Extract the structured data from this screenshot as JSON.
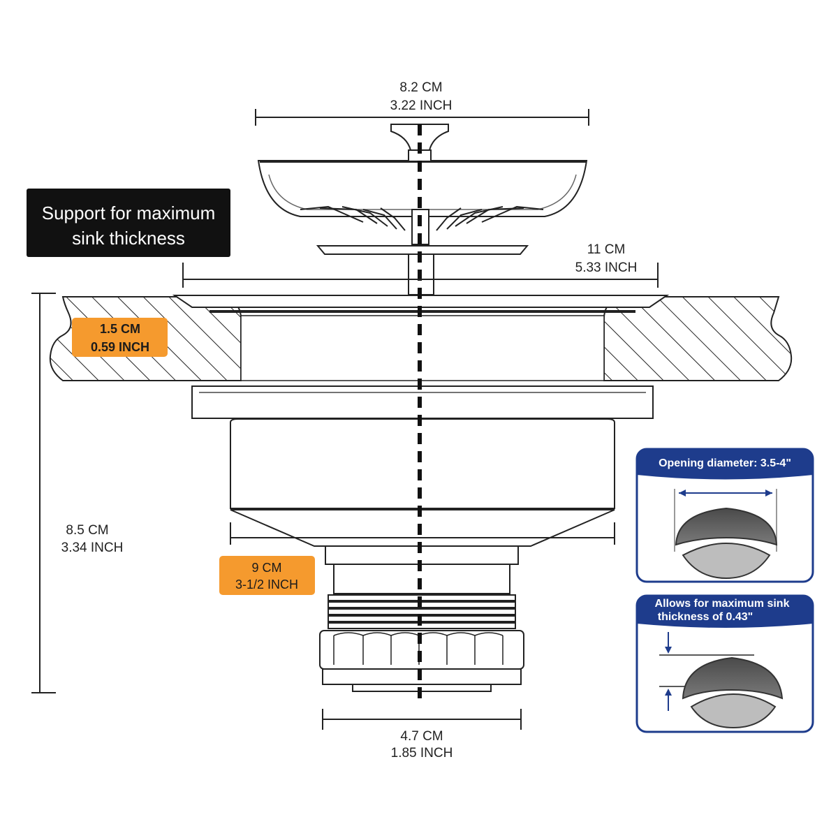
{
  "banner": {
    "line1": "Support for maximum",
    "line2": "sink thickness"
  },
  "dimensions": {
    "basket_top": {
      "metric": "8.2  CM",
      "imperial": "3.22 INCH"
    },
    "flange": {
      "metric": "11  CM",
      "imperial": "5.33 INCH"
    },
    "sink_thickness": {
      "metric": "1.5 CM",
      "imperial": "0.59 INCH"
    },
    "total_height": {
      "metric": "8.5 CM",
      "imperial": "3.34 INCH"
    },
    "body": {
      "metric": "9 CM",
      "imperial": "3-1/2 INCH"
    },
    "outlet": {
      "metric": "4.7 CM",
      "imperial": "1.85 INCH"
    }
  },
  "info_panels": {
    "opening": {
      "title": "Opening diameter: 3.5-4\""
    },
    "thickness": {
      "title_line1": "Allows for maximum sink",
      "title_line2": "thickness of 0.43\""
    }
  },
  "colors": {
    "orange_badge": "#f59a2e",
    "navy_panel": "#1e3c8c",
    "banner_bg": "#111111",
    "line": "#222222"
  }
}
